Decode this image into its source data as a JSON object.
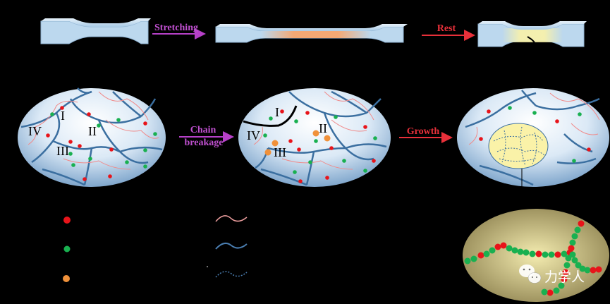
{
  "process": {
    "step1": "Stretching",
    "step2": "Rest",
    "step3_line1": "Chain",
    "step3_line2": "breakage",
    "step4": "Growth"
  },
  "regions": {
    "r1": "I",
    "r2": "II",
    "r3": "III",
    "r4": "IV"
  },
  "watermark": {
    "text": "力学人",
    "icon": "wechat-icon"
  },
  "colors": {
    "background": "#000000",
    "bar_fill": "#bcd8ee",
    "arrow_purple": "#b640c8",
    "arrow_red": "#e8303a",
    "dot_red": "#e8141a",
    "dot_green": "#19b050",
    "dot_orange": "#f0913a",
    "chain_blue": "#3b6fa0",
    "chain_pink": "#f08a8a"
  }
}
